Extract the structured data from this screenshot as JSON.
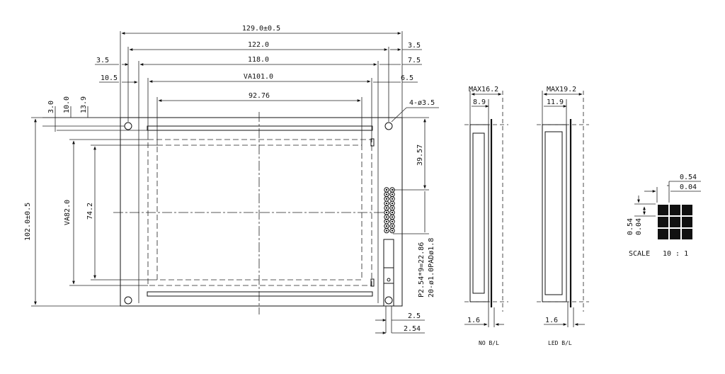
{
  "front_view": {
    "dims_top": {
      "overall_width": "129.0±0.5",
      "hole_span": "122.0",
      "pcb_inner": "118.0",
      "viewing_area": "VA101.0",
      "active_area": "92.76"
    },
    "dims_left_small": {
      "a": "3.5",
      "b": "10.5"
    },
    "dims_right_small": {
      "a": "3.5",
      "b": "7.5",
      "c": "6.5"
    },
    "dims_vertical_top": {
      "a": "3.0",
      "b": "10.0",
      "c": "13.9"
    },
    "hole_label": "4-ø3.5",
    "overall_height": "102.0±0.5",
    "viewing_height": "VA82.0",
    "active_height": "74.2",
    "connector_offset": "39.57",
    "pin_pitch": "P2.54*9=22.86",
    "pad_spec": "20-ø1.0PADø1.8",
    "bottom_a": "2.5",
    "bottom_b": "2.54"
  },
  "side_nobl": {
    "max": "MAX16.2",
    "depth": "8.9",
    "base": "1.6",
    "caption": "NO B/L"
  },
  "side_ledbl": {
    "max": "MAX19.2",
    "depth": "11.9",
    "base": "1.6",
    "caption": "LED B/L"
  },
  "pixel_detail": {
    "pitch": "0.54",
    "gap": "0.04",
    "v_pitch": "0.54",
    "v_gap": "0.04",
    "scale_label": "SCALE",
    "scale_value": "10 : 1"
  }
}
